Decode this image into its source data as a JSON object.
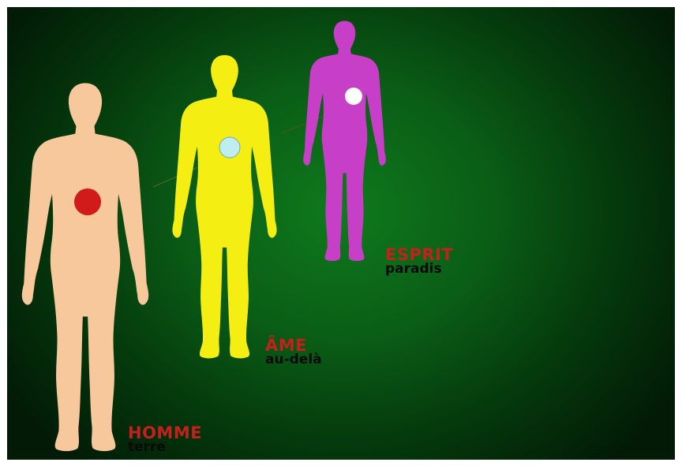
{
  "colors": {
    "background_center": "#0f7a1c",
    "background_edge": "#021a06",
    "body_homme": "#f7c89c",
    "body_ame": "#f4ee12",
    "body_esprit": "#c63fc6",
    "core_homme": "#d11a1a",
    "core_ame": "#bfeef0",
    "core_esprit": "#ffffff",
    "label_title": "#c2211d",
    "label_sub": "#0a0a0a"
  },
  "figures": [
    {
      "id": "homme",
      "title": "HOMME",
      "subtitle": "terre"
    },
    {
      "id": "ame",
      "title": "ÂME",
      "subtitle": "au-delà"
    },
    {
      "id": "esprit",
      "title": "ESPRIT",
      "subtitle": "paradis"
    }
  ]
}
